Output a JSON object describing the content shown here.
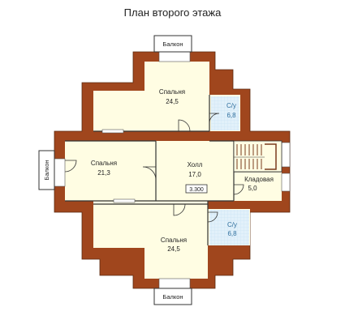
{
  "title": "План второго этажа",
  "colors": {
    "wall": "#a0461d",
    "interior": "#fffde3",
    "bathroom_tile": "#e2f1fa",
    "bathroom_text": "#2f6f9e",
    "stair": "#a0461d"
  },
  "rooms": {
    "bedroom_top": {
      "name": "Спальня",
      "area": "24,5"
    },
    "bedroom_left": {
      "name": "Спальня",
      "area": "21,3"
    },
    "hall": {
      "name": "Холл",
      "area": "17,0"
    },
    "bedroom_bottom": {
      "name": "Спальня",
      "area": "24,5"
    },
    "bath_top": {
      "name": "С/у",
      "area": "6,8"
    },
    "bath_bottom": {
      "name": "С/у",
      "area": "6,8"
    },
    "storage": {
      "name": "Кладовая",
      "area": "5,0"
    }
  },
  "level_mark": "3.300",
  "balconies": {
    "top": "Балкон",
    "left": "Балкон",
    "bottom": "Балкон"
  }
}
